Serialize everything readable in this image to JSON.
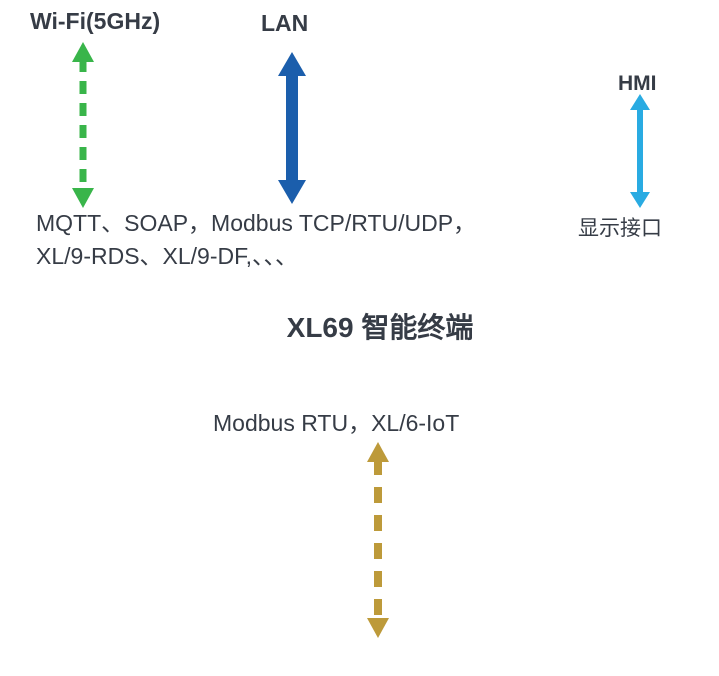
{
  "labels": {
    "wifi": "Wi-Fi(5GHz)",
    "lan": "LAN",
    "hmi": "HMI",
    "display_interface": "显示接口",
    "protocols_line1": "MQTT、SOAP，Modbus TCP/RTU/UDP，",
    "protocols_line2": "XL/9-RDS、XL/9-DF,、、、",
    "title": "XL69 智能终端",
    "downlink_protocols": "Modbus RTU，XL/6-IoT"
  },
  "colors": {
    "wifi_arrow": "#39b54a",
    "lan_arrow": "#1b5eac",
    "hmi_arrow": "#29abe2",
    "downlink_arrow": "#bd9a3a",
    "text": "#363c46"
  }
}
